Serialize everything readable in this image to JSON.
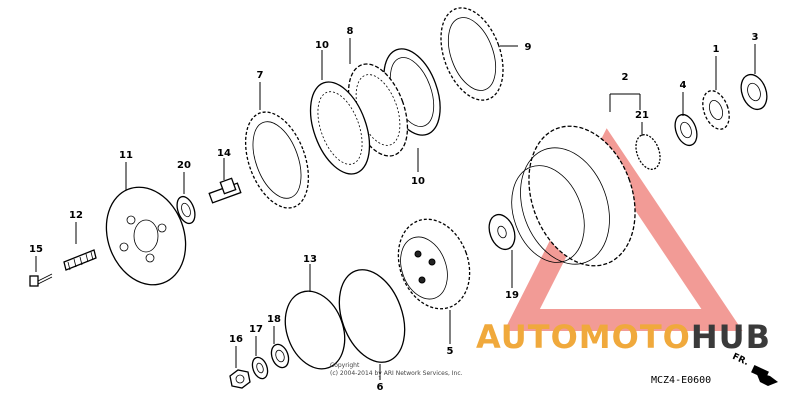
{
  "callouts": [
    {
      "id": "1",
      "label": "1"
    },
    {
      "id": "2",
      "label": "2"
    },
    {
      "id": "3",
      "label": "3"
    },
    {
      "id": "4",
      "label": "4"
    },
    {
      "id": "5",
      "label": "5"
    },
    {
      "id": "6",
      "label": "6"
    },
    {
      "id": "7",
      "label": "7"
    },
    {
      "id": "8",
      "label": "8"
    },
    {
      "id": "9",
      "label": "9"
    },
    {
      "id": "10a",
      "label": "10"
    },
    {
      "id": "10b",
      "label": "10"
    },
    {
      "id": "11",
      "label": "11"
    },
    {
      "id": "12",
      "label": "12"
    },
    {
      "id": "13",
      "label": "13"
    },
    {
      "id": "14",
      "label": "14"
    },
    {
      "id": "15",
      "label": "15"
    },
    {
      "id": "16",
      "label": "16"
    },
    {
      "id": "17",
      "label": "17"
    },
    {
      "id": "18",
      "label": "18"
    },
    {
      "id": "19",
      "label": "19"
    },
    {
      "id": "20",
      "label": "20"
    },
    {
      "id": "21",
      "label": "21"
    }
  ],
  "copyright": {
    "line1": "Copyright",
    "line2": "(c) 2004-2014 by ARI Network Services, Inc."
  },
  "watermark": {
    "part1": "AUTOMOTO",
    "part2": "HUB",
    "color_accent": "#f0a93c",
    "color_dark": "#3a3a3a",
    "color_triangle": "#e8493f"
  },
  "diagram_code": "MCZ4-E0600",
  "direction_label": "FR."
}
